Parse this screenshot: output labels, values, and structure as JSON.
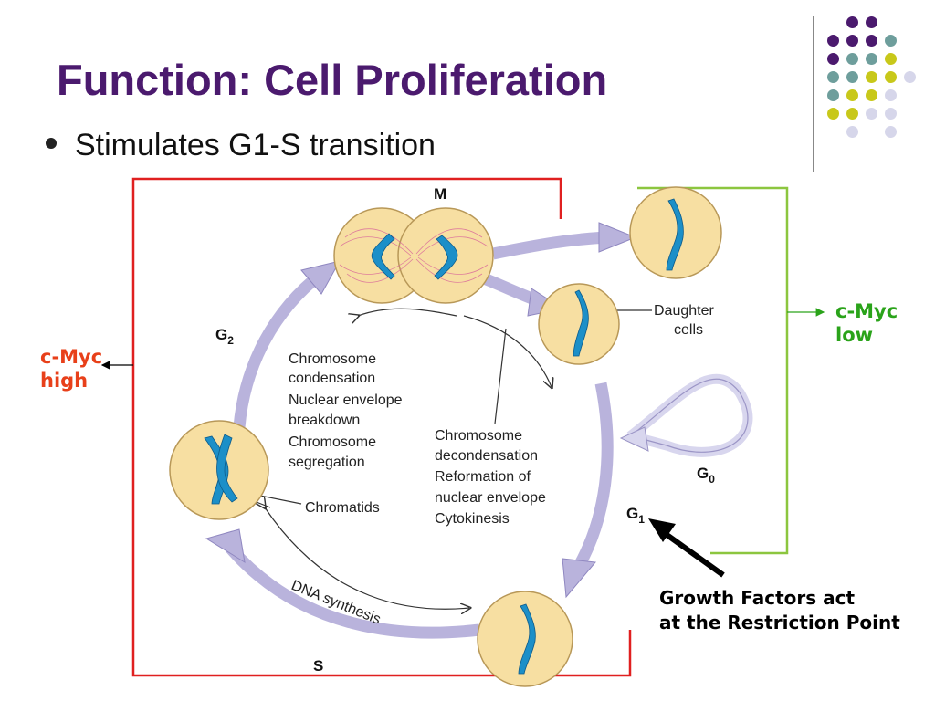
{
  "slide": {
    "title": "Function: Cell Proliferation",
    "bullet": "Stimulates G1-S transition"
  },
  "labels": {
    "cmyc_high": [
      "c-Myc",
      "high"
    ],
    "cmyc_low": [
      "c-Myc",
      "low"
    ],
    "growth_factors": [
      "Growth Factors act",
      "at the Restriction Point"
    ]
  },
  "diagram": {
    "phase_m": "M",
    "phase_g2": "G",
    "phase_g2_sub": "2",
    "phase_g1": "G",
    "phase_g1_sub": "1",
    "phase_g0": "G",
    "phase_g0_sub": "0",
    "phase_s": "S",
    "daughter_cells": [
      "Daughter",
      "cells"
    ],
    "m_events": [
      "Chromosome",
      "condensation",
      "Nuclear envelope",
      "breakdown",
      "Chromosome",
      "segregation"
    ],
    "exit_events": [
      "Chromosome",
      "decondensation",
      "Reformation of",
      "nuclear envelope",
      "Cytokinesis"
    ],
    "chromatids": "Chromatids",
    "dna_synthesis": "DNA synthesis"
  },
  "colors": {
    "title": "#4b1a6e",
    "cmyc_high": "#e8401a",
    "cmyc_low": "#2aa31a",
    "red_bracket": "#e02020",
    "green_bracket": "#8cc63f",
    "cycle_arrow": "#b9b3dc",
    "cell_fill": "#f7dfa2",
    "chromosome": "#1c8fc8"
  },
  "icons": {
    "bullet": "bullet-dot-icon"
  }
}
